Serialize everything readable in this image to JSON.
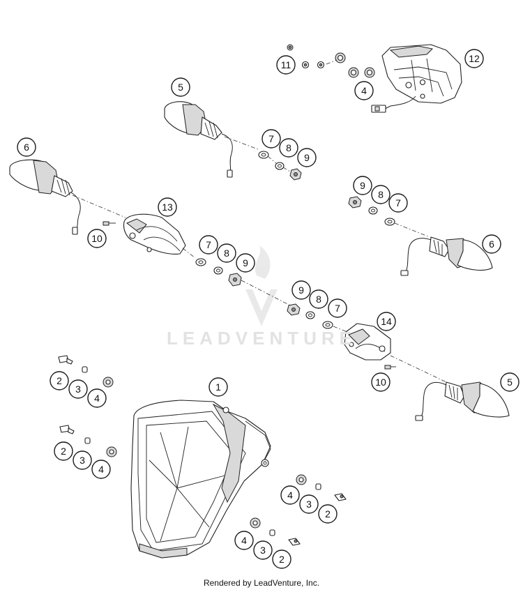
{
  "diagram": {
    "callouts": [
      {
        "id": "c-12-top",
        "label": "12"
      },
      {
        "id": "c-11-top",
        "label": "11"
      },
      {
        "id": "c-4-top",
        "label": "4"
      },
      {
        "id": "c-5-upper",
        "label": "5"
      },
      {
        "id": "c-7-upper",
        "label": "7"
      },
      {
        "id": "c-8-upper",
        "label": "8"
      },
      {
        "id": "c-9-upper",
        "label": "9"
      },
      {
        "id": "c-6-left",
        "label": "6"
      },
      {
        "id": "c-13",
        "label": "13"
      },
      {
        "id": "c-10-left",
        "label": "10"
      },
      {
        "id": "c-7-mid",
        "label": "7"
      },
      {
        "id": "c-8-mid",
        "label": "8"
      },
      {
        "id": "c-9-mid",
        "label": "9"
      },
      {
        "id": "c-9-right",
        "label": "9"
      },
      {
        "id": "c-8-right",
        "label": "8"
      },
      {
        "id": "c-7-right",
        "label": "7"
      },
      {
        "id": "c-6-right",
        "label": "6"
      },
      {
        "id": "c-9-lower",
        "label": "9"
      },
      {
        "id": "c-8-lower",
        "label": "8"
      },
      {
        "id": "c-7-lower",
        "label": "7"
      },
      {
        "id": "c-14",
        "label": "14"
      },
      {
        "id": "c-10-right",
        "label": "10"
      },
      {
        "id": "c-5-lower",
        "label": "5"
      },
      {
        "id": "c-1",
        "label": "1"
      },
      {
        "id": "c-2-a",
        "label": "2"
      },
      {
        "id": "c-3-a",
        "label": "3"
      },
      {
        "id": "c-4-a",
        "label": "4"
      },
      {
        "id": "c-2-b",
        "label": "2"
      },
      {
        "id": "c-3-b",
        "label": "3"
      },
      {
        "id": "c-4-b",
        "label": "4"
      },
      {
        "id": "c-4-c",
        "label": "4"
      },
      {
        "id": "c-3-c",
        "label": "3"
      },
      {
        "id": "c-2-c",
        "label": "2"
      },
      {
        "id": "c-4-d",
        "label": "4"
      },
      {
        "id": "c-3-d",
        "label": "3"
      },
      {
        "id": "c-2-d",
        "label": "2"
      }
    ]
  },
  "watermark": "LEADVENTURE",
  "footer": "Rendered by LeadVenture, Inc."
}
